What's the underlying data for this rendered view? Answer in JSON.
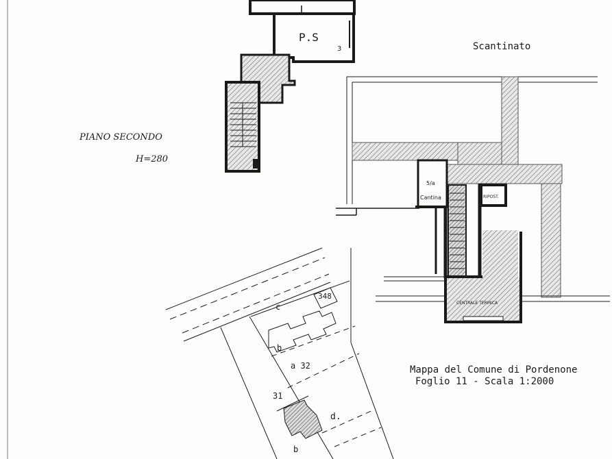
{
  "drawing": {
    "upper_plan": {
      "floor_label": "P.S",
      "room_number": "3"
    },
    "second_floor": {
      "title": "PIANO SECONDO",
      "height": "H=280"
    },
    "basement": {
      "title": "Scantinato",
      "cellar_label": "Cantina",
      "cellar_fraction": "5/a",
      "closet_label": "RIPOST.",
      "boiler_label": "CENTRALE TERMICA"
    },
    "cadastral_map": {
      "parcels": [
        "c",
        "b",
        "a 32",
        "31",
        "b",
        "348",
        "d."
      ],
      "caption_line1": "Mappa del Comune di Pordenone",
      "caption_line2": "Foglio 11 - Scala 1:2000"
    }
  },
  "colors": {
    "ink": "#1a1a1a",
    "hatch": "#6f6f6f",
    "paper": "#fdfdfb"
  }
}
